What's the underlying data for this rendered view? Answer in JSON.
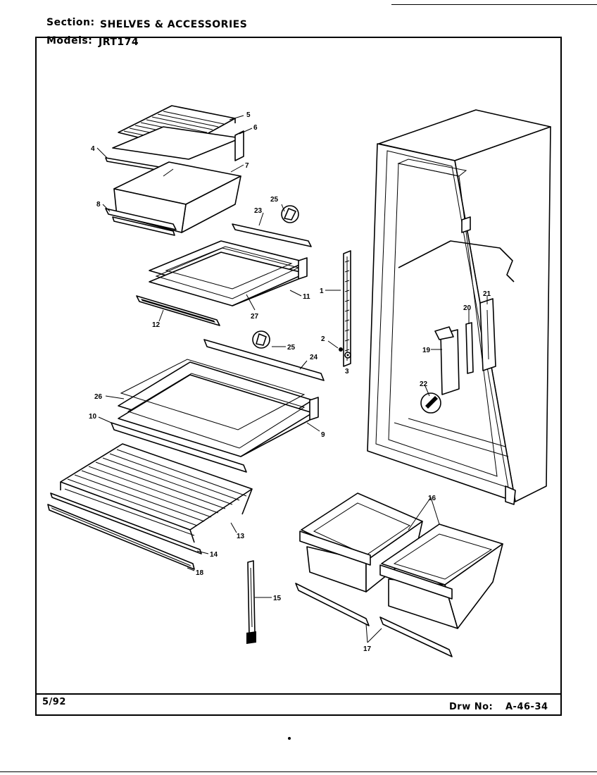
{
  "header": {
    "section_label": "Section:",
    "section_value": "SHELVES & ACCESSORIES",
    "models_label": "Models:",
    "models_value": "JRT174"
  },
  "footer": {
    "date": "5/92",
    "drawing_label": "Drw No:",
    "drawing_number": "A-46-34"
  },
  "callouts": [
    "1",
    "2",
    "3",
    "4",
    "5",
    "6",
    "7",
    "8",
    "9",
    "10",
    "11",
    "12",
    "13",
    "14",
    "15",
    "16",
    "17",
    "18",
    "19",
    "20",
    "21",
    "22",
    "23",
    "24",
    "25",
    "25",
    "26",
    "27"
  ]
}
